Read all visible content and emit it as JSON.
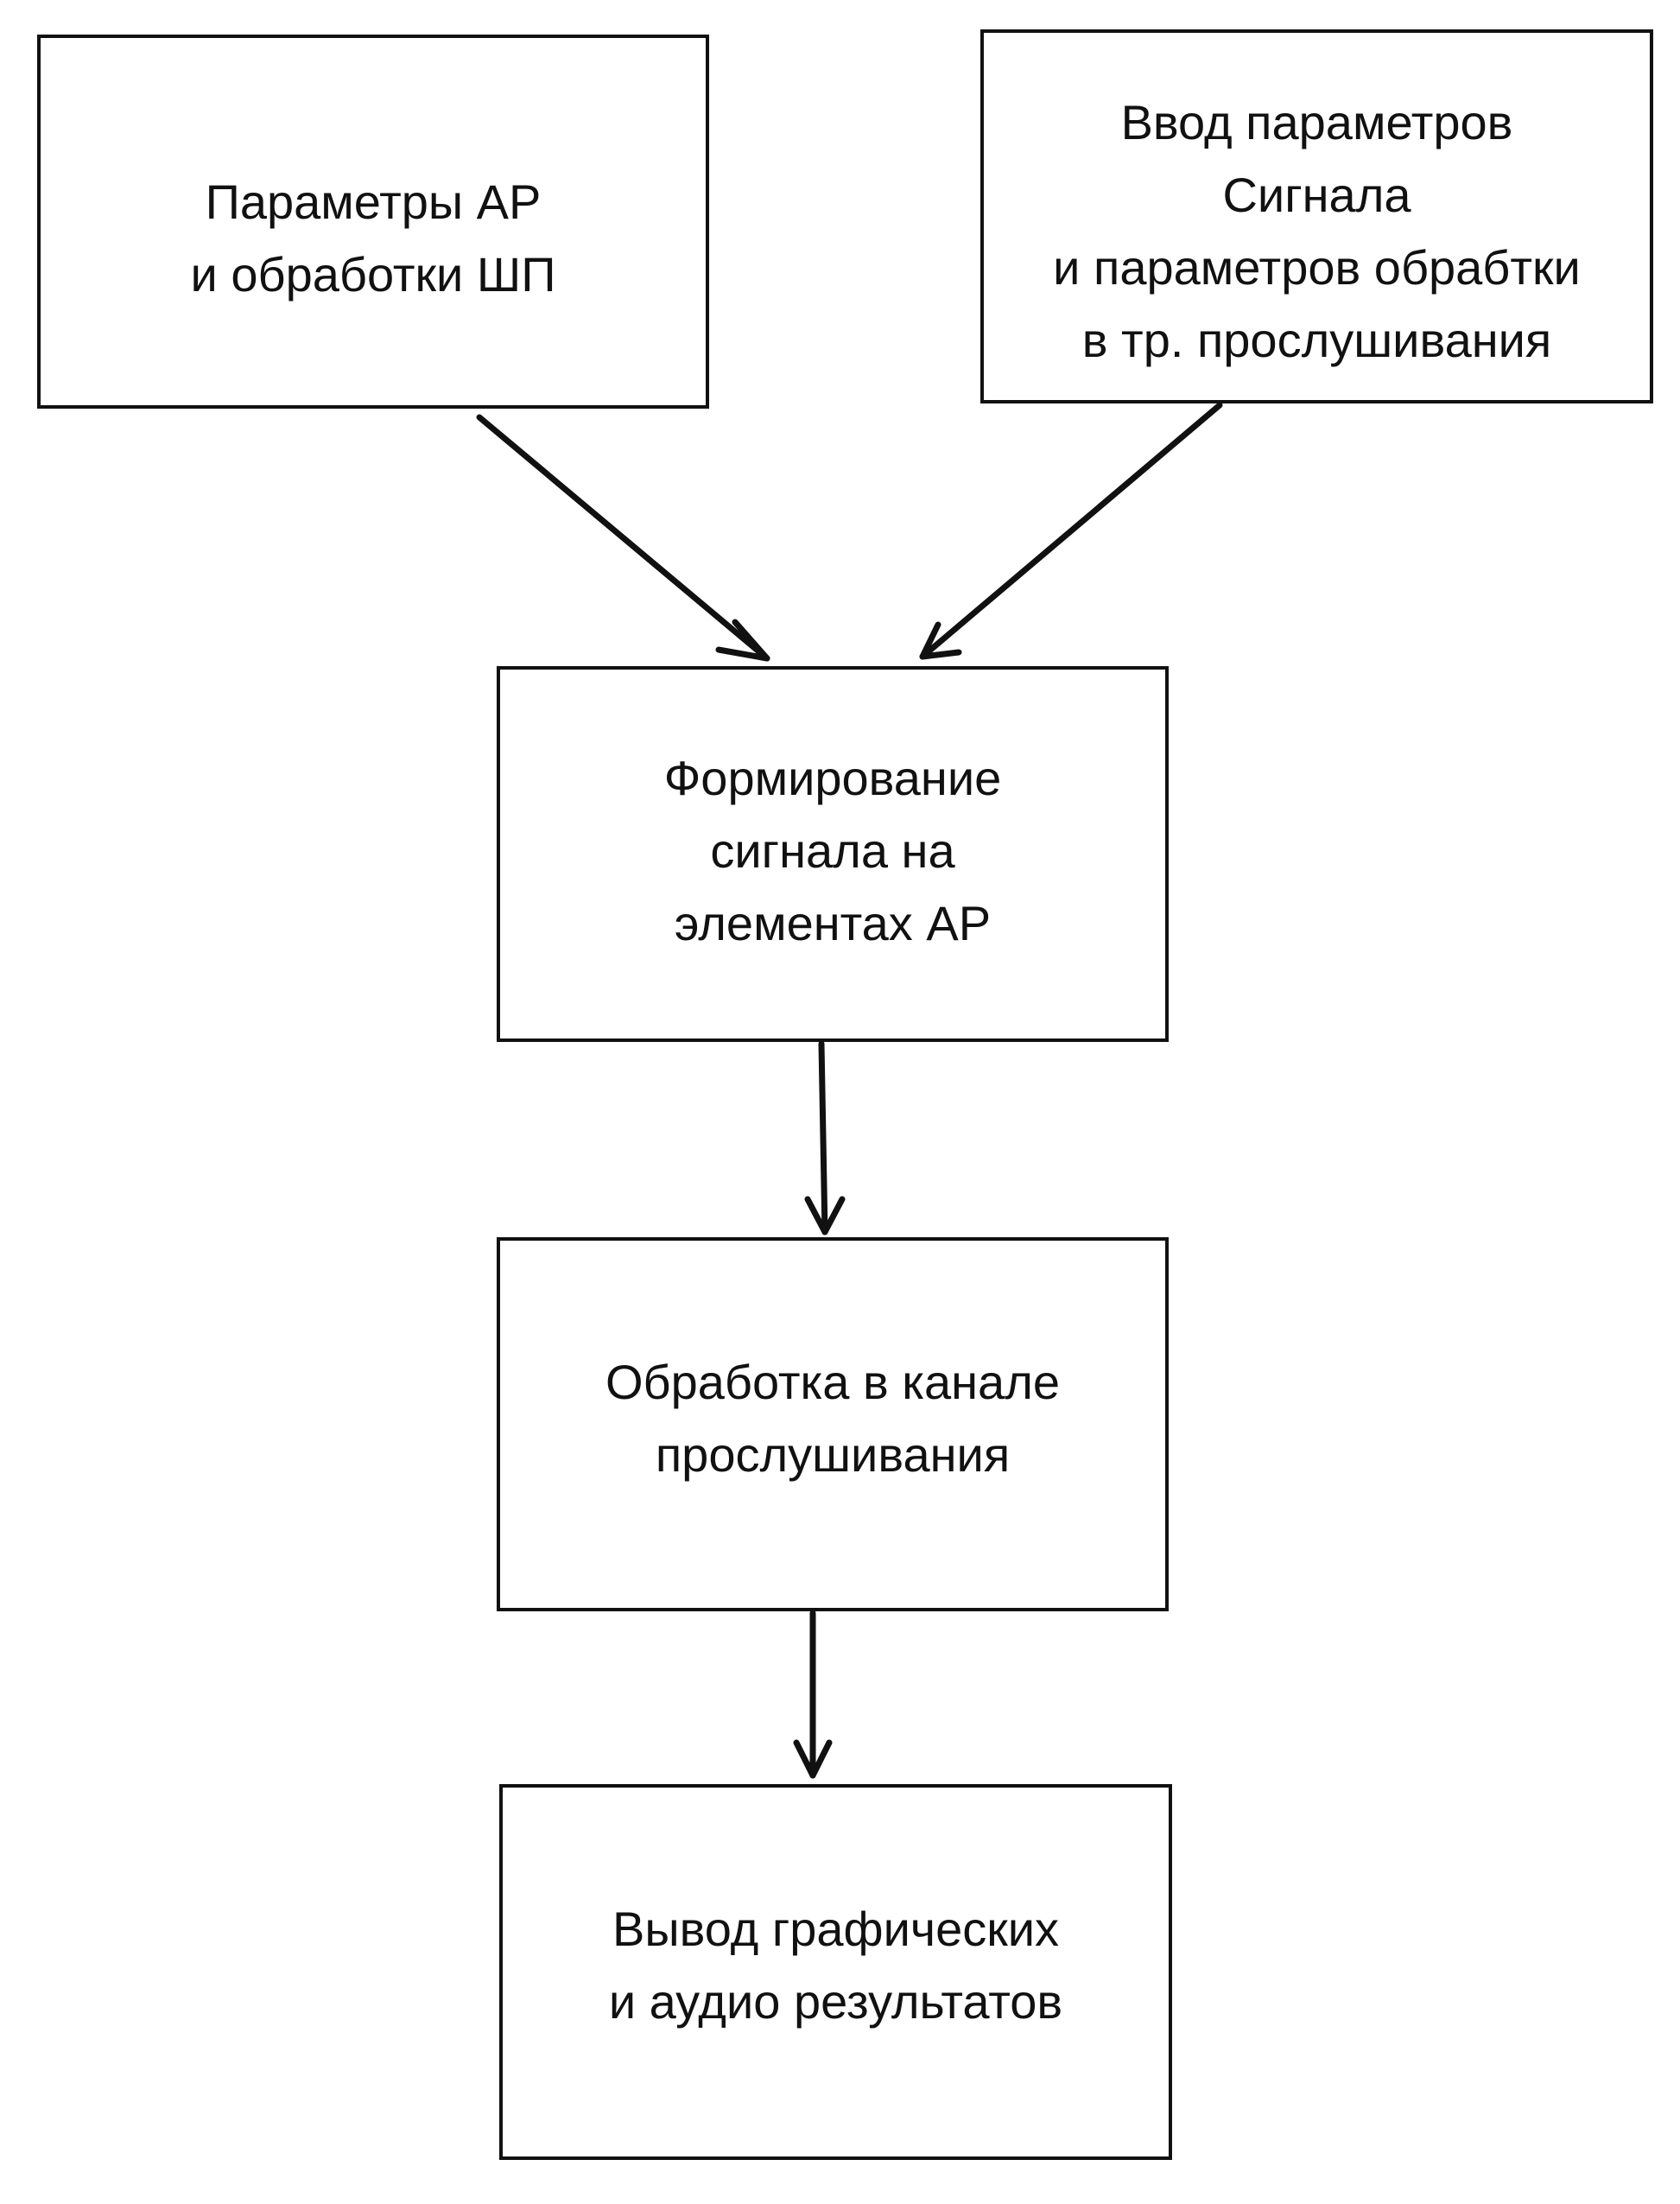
{
  "diagram": {
    "nodes": [
      {
        "id": "params-ar",
        "lines": [
          "Параметры АР",
          "и обработки ШП"
        ]
      },
      {
        "id": "input-params",
        "lines": [
          "Ввод параметров",
          "Сигнала",
          "и параметров обрабтки",
          "в тр. прослушивания"
        ]
      },
      {
        "id": "signal-formation",
        "lines": [
          "Формирование",
          "сигнала на",
          "элементах АР"
        ]
      },
      {
        "id": "channel-processing",
        "lines": [
          "Обработка в канале",
          "прослушивания"
        ]
      },
      {
        "id": "output-results",
        "lines": [
          "Вывод графических",
          "и аудио результатов"
        ]
      }
    ],
    "edges": [
      {
        "from": "params-ar",
        "to": "signal-formation"
      },
      {
        "from": "input-params",
        "to": "signal-formation"
      },
      {
        "from": "signal-formation",
        "to": "channel-processing"
      },
      {
        "from": "channel-processing",
        "to": "output-results"
      }
    ]
  }
}
